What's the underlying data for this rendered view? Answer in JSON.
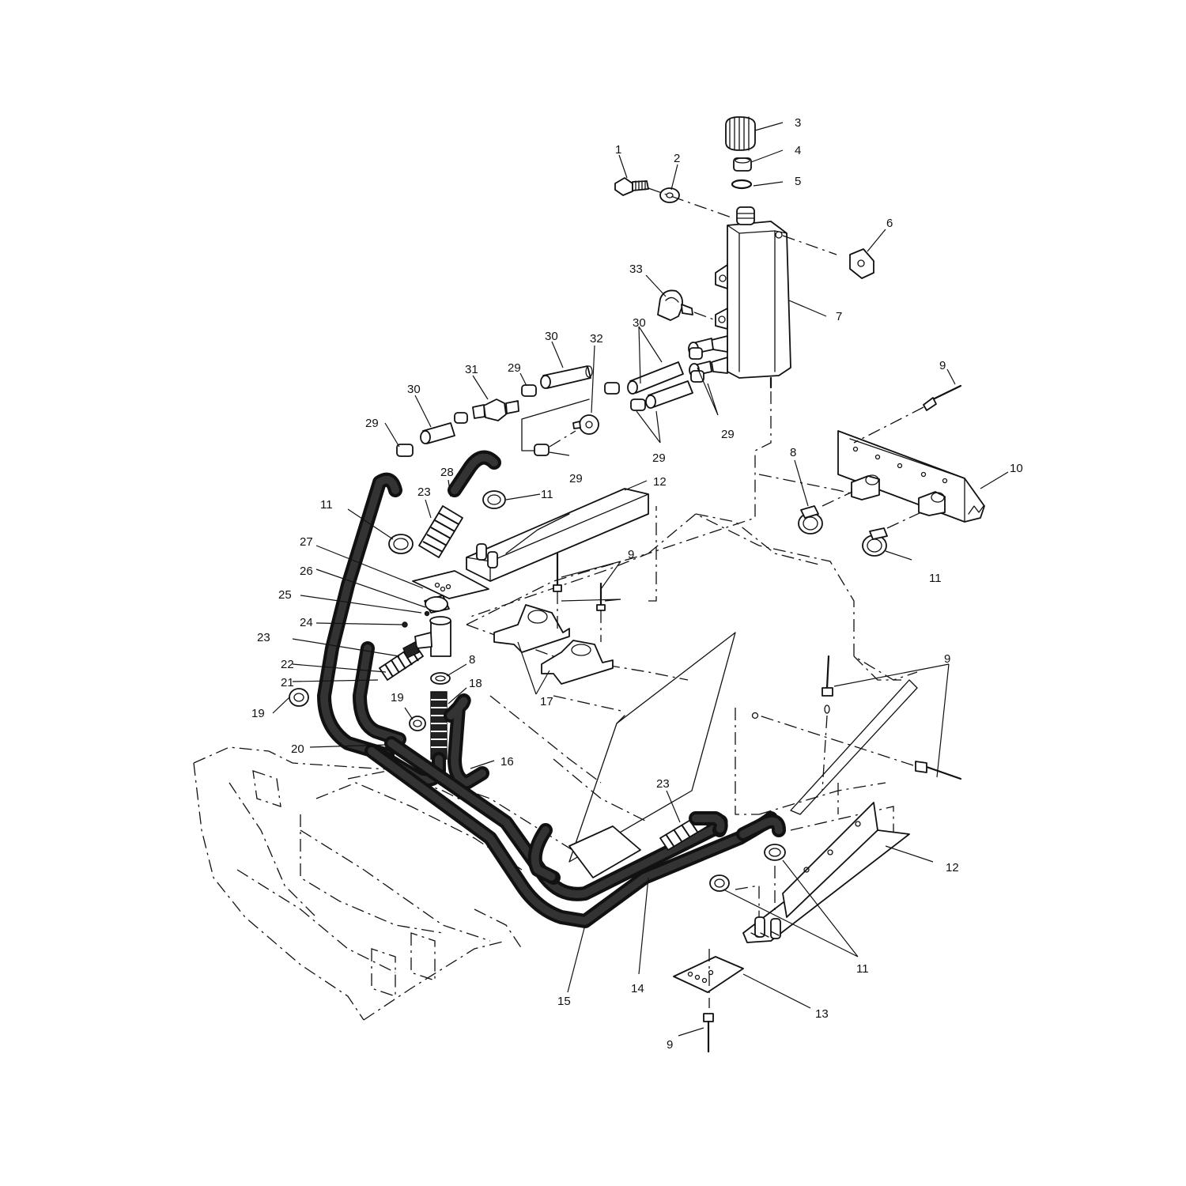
{
  "diagram": {
    "callouts": [
      {
        "id": "c1",
        "label": "1"
      },
      {
        "id": "c2",
        "label": "2"
      },
      {
        "id": "c3",
        "label": "3"
      },
      {
        "id": "c4",
        "label": "4"
      },
      {
        "id": "c5",
        "label": "5"
      },
      {
        "id": "c6",
        "label": "6"
      },
      {
        "id": "c7",
        "label": "7"
      },
      {
        "id": "c33",
        "label": "33"
      },
      {
        "id": "c30a",
        "label": "30"
      },
      {
        "id": "c32",
        "label": "32"
      },
      {
        "id": "c30b",
        "label": "30"
      },
      {
        "id": "c29a",
        "label": "29"
      },
      {
        "id": "c31",
        "label": "31"
      },
      {
        "id": "c30c",
        "label": "30"
      },
      {
        "id": "c29b",
        "label": "29"
      },
      {
        "id": "c29c",
        "label": "29"
      },
      {
        "id": "c29d",
        "label": "29"
      },
      {
        "id": "c29e",
        "label": "29"
      },
      {
        "id": "c9a",
        "label": "9"
      },
      {
        "id": "c8a",
        "label": "8"
      },
      {
        "id": "c10",
        "label": "10"
      },
      {
        "id": "c11a",
        "label": "11"
      },
      {
        "id": "c28",
        "label": "28"
      },
      {
        "id": "c23a",
        "label": "23"
      },
      {
        "id": "c11b",
        "label": "11"
      },
      {
        "id": "c12a",
        "label": "12"
      },
      {
        "id": "c11c",
        "label": "11"
      },
      {
        "id": "c27",
        "label": "27"
      },
      {
        "id": "c26",
        "label": "26"
      },
      {
        "id": "c25",
        "label": "25"
      },
      {
        "id": "c24",
        "label": "24"
      },
      {
        "id": "c9b",
        "label": "9"
      },
      {
        "id": "c23b",
        "label": "23"
      },
      {
        "id": "c22",
        "label": "22"
      },
      {
        "id": "c21",
        "label": "21"
      },
      {
        "id": "c8b",
        "label": "8"
      },
      {
        "id": "c18",
        "label": "18"
      },
      {
        "id": "c17",
        "label": "17"
      },
      {
        "id": "c19a",
        "label": "19"
      },
      {
        "id": "c19b",
        "label": "19"
      },
      {
        "id": "c20",
        "label": "20"
      },
      {
        "id": "c16",
        "label": "16"
      },
      {
        "id": "c9c",
        "label": "9"
      },
      {
        "id": "c23c",
        "label": "23"
      },
      {
        "id": "c12b",
        "label": "12"
      },
      {
        "id": "c11d",
        "label": "11"
      },
      {
        "id": "c14",
        "label": "14"
      },
      {
        "id": "c15",
        "label": "15"
      },
      {
        "id": "c13",
        "label": "13"
      },
      {
        "id": "c9d",
        "label": "9"
      }
    ]
  }
}
